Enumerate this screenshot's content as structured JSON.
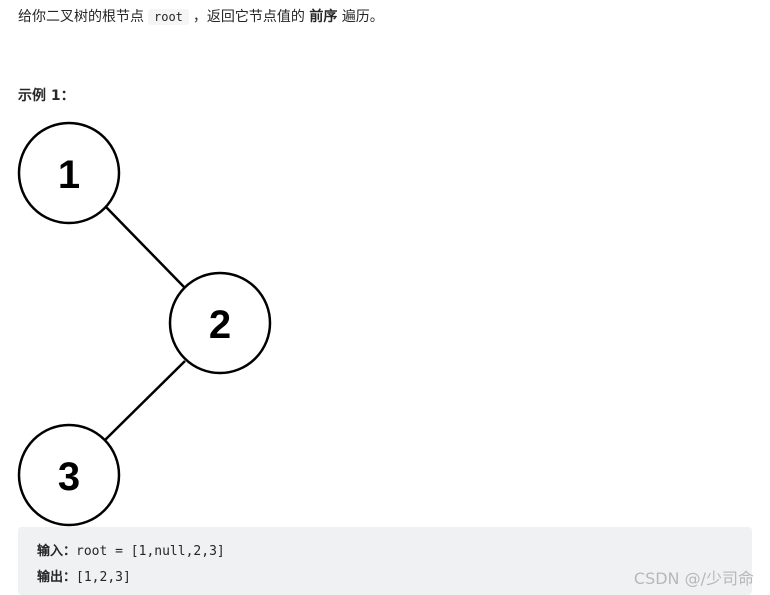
{
  "problem": {
    "text_before": "给你二叉树的根节点",
    "code": "root",
    "text_middle": "，返回它节点值的",
    "emphasis": "前序",
    "text_after": "遍历。"
  },
  "example": {
    "title": "示例 1：",
    "tree_nodes": [
      "1",
      "2",
      "3"
    ],
    "input_label": "输入：",
    "input_value": "root = [1,null,2,3]",
    "output_label": "输出：",
    "output_value": "[1,2,3]"
  },
  "watermark": "CSDN @/少司命"
}
